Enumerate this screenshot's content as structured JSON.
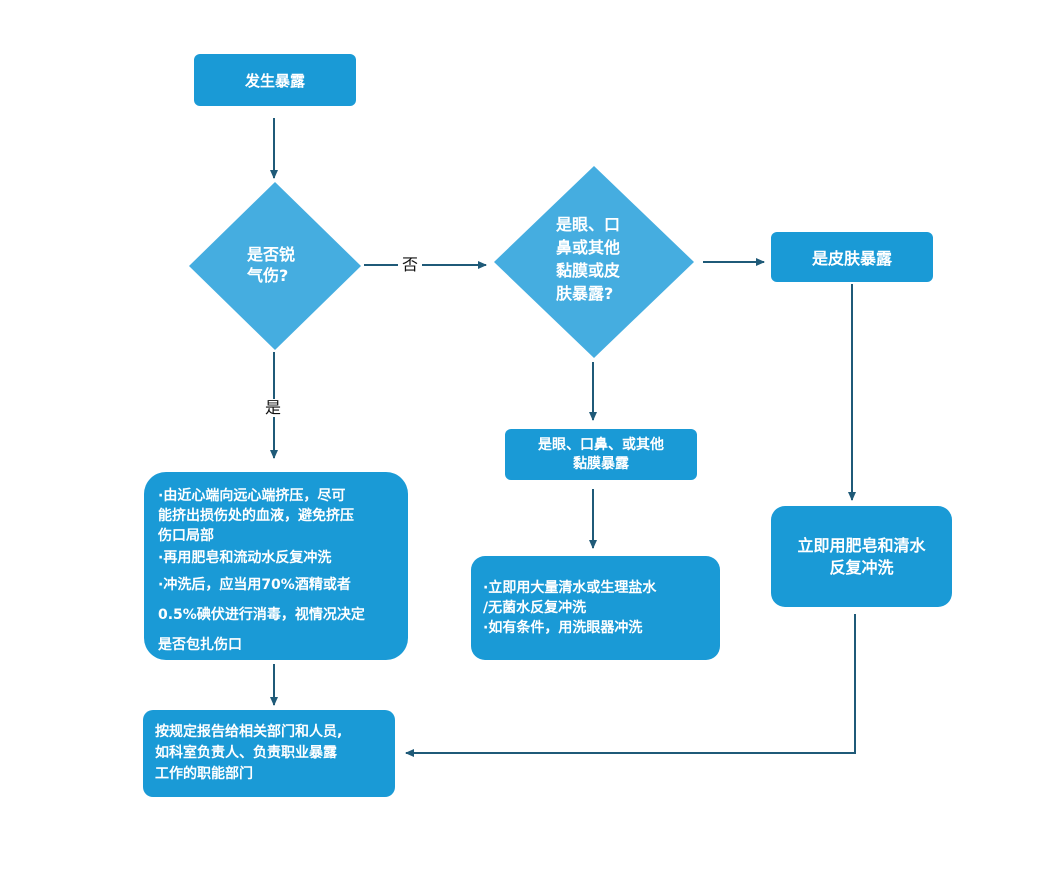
{
  "colors": {
    "box_fill": "#1a9ad6",
    "diamond_fill": "#45ade0",
    "arrow": "#1f5a78",
    "text_on_fill": "#ffffff",
    "label_text": "#111111"
  },
  "nodes": {
    "start": {
      "shape": "rounded-rect",
      "text": "发生暴露"
    },
    "decision_sharp": {
      "shape": "diamond",
      "lines": [
        "是否锐",
        "气伤?"
      ]
    },
    "decision_mucosa_skin": {
      "shape": "diamond",
      "lines": [
        "是眼、口",
        "鼻或其他",
        "黏膜或皮",
        "肤暴露?"
      ]
    },
    "skin_exposure": {
      "shape": "rounded-rect",
      "text": "是皮肤暴露"
    },
    "mucosa_exposure": {
      "shape": "rounded-rect",
      "lines": [
        "是眼、口鼻、或其他",
        "黏膜暴露"
      ]
    },
    "sharp_treatment": {
      "shape": "rounded-rect",
      "lines": [
        "·由近心端向远心端挤压，尽可",
        "能挤出损伤处的血液，避免挤压",
        "伤口局部",
        "·再用肥皂和流动水反复冲洗",
        "·冲洗后，应当用70%酒精或者",
        "0.5%碘伏进行消毒，视情况决定",
        "是否包扎伤口"
      ]
    },
    "mucosa_treatment": {
      "shape": "rounded-rect",
      "lines": [
        "·立即用大量清水或生理盐水",
        "/无菌水反复冲洗",
        "·如有条件，用洗眼器冲洗"
      ]
    },
    "skin_treatment": {
      "shape": "rounded-rect",
      "lines": [
        "立即用肥皂和清水",
        "反复冲洗"
      ]
    },
    "report": {
      "shape": "rounded-rect",
      "lines": [
        "按规定报告给相关部门和人员,",
        "如科室负责人、负责职业暴露",
        "工作的职能部门"
      ]
    }
  },
  "edges": [
    {
      "from": "start",
      "to": "decision_sharp",
      "label": ""
    },
    {
      "from": "decision_sharp",
      "to": "decision_mucosa_skin",
      "label": "否"
    },
    {
      "from": "decision_sharp",
      "to": "sharp_treatment",
      "label": "是"
    },
    {
      "from": "decision_mucosa_skin",
      "to": "skin_exposure",
      "label": ""
    },
    {
      "from": "decision_mucosa_skin",
      "to": "mucosa_exposure",
      "label": ""
    },
    {
      "from": "mucosa_exposure",
      "to": "mucosa_treatment",
      "label": ""
    },
    {
      "from": "skin_exposure",
      "to": "skin_treatment",
      "label": ""
    },
    {
      "from": "sharp_treatment",
      "to": "report",
      "label": ""
    },
    {
      "from": "skin_treatment",
      "to": "report",
      "label": ""
    }
  ],
  "edge_labels": {
    "no": "否",
    "yes": "是"
  }
}
